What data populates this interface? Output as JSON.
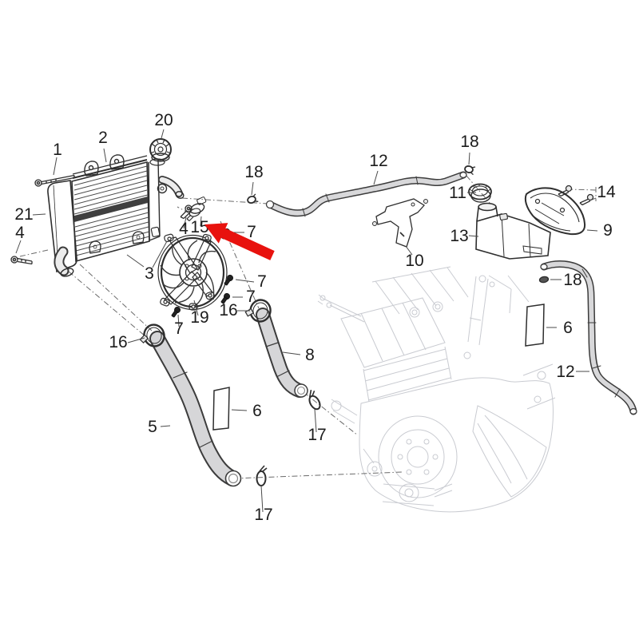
{
  "diagram": {
    "type": "exploded-parts-diagram",
    "subject": "motorcycle cooling system (radiator, fan, hoses, reservoir) with ghosted engine",
    "background_color": "#ffffff",
    "line_color": "#2e2e2e",
    "ghost_line_color": "#c9cbd1",
    "hose_fill_color": "#d6d6d8",
    "highlight_arrow": {
      "color": "#e8120e",
      "points_to_label": "15"
    },
    "callout_labels": [
      "1",
      "2",
      "20",
      "21",
      "4",
      "3",
      "4",
      "15",
      "7",
      "7",
      "7",
      "7",
      "19",
      "16",
      "16",
      "5",
      "6",
      "17",
      "17",
      "8",
      "18",
      "12",
      "10",
      "18",
      "11",
      "13",
      "14",
      "9",
      "18",
      "6",
      "12"
    ]
  }
}
